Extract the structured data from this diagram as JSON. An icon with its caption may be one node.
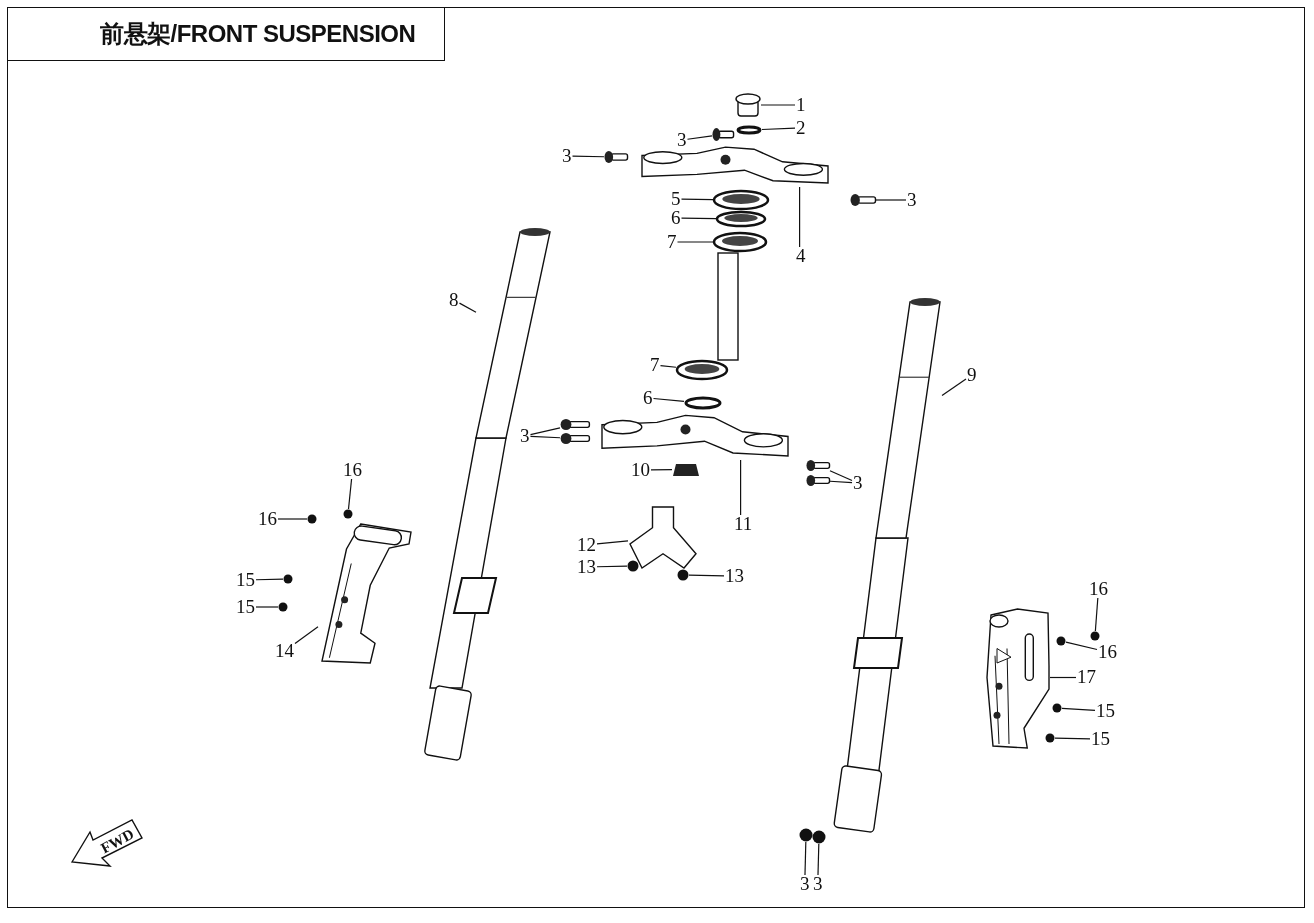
{
  "diagram": {
    "title": "前悬架/FRONT SUSPENSION",
    "nodes": [
      {
        "text": [
          "1"
        ]
      },
      {
        "text": [],
        "shape": "cylinder"
      },
      {
        "text": [
          "2"
        ]
      },
      {
        "text": [],
        "shape": "circle"
      },
      {
        "text": [
          "3"
        ]
      },
      {
        "text": [],
        "shape": "picture"
      },
      {
        "text": [
          "3"
        ]
      },
      {
        "text": [],
        "shape": "picture"
      },
      {
        "text": [],
        "shape": "picture"
      },
      {
        "text": [
          "4"
        ]
      },
      {
        "text": [
          "3"
        ]
      },
      {
        "text": [],
        "shape": "picture"
      },
      {
        "text": [
          "5"
        ]
      },
      {
        "text": [],
        "shape": "picture"
      },
      {
        "text": [
          "6"
        ]
      },
      {
        "text": [],
        "shape": "picture"
      },
      {
        "text": [
          "7"
        ]
      },
      {
        "text": [],
        "shape": "picture"
      },
      {
        "text": [
          "8"
        ]
      },
      {
        "text": [],
        "shape": "picture"
      },
      {
        "text": [
          "7"
        ]
      },
      {
        "text": [],
        "shape": "picture"
      },
      {
        "text": [
          "6"
        ]
      },
      {
        "text": [],
        "shape": "circle"
      },
      {
        "text": [
          "9"
        ]
      },
      {
        "text": [],
        "shape": "picture"
      },
      {
        "text": [
          "3"
        ]
      },
      {
        "text": [],
        "shape": "picture"
      },
      {
        "text": [],
        "shape": "picture"
      },
      {
        "text": [
          "10"
        ]
      },
      {
        "text": [],
        "shape": "box"
      },
      {
        "text": [],
        "shape": "picture"
      },
      {
        "text": [
          "3"
        ]
      },
      {
        "text": [],
        "shape": "picture"
      },
      {
        "text": [],
        "shape": "picture"
      },
      {
        "text": [
          "11"
        ]
      },
      {
        "text": [
          "12"
        ]
      },
      {
        "text": [],
        "shape": "picture"
      },
      {
        "text": [
          "13"
        ]
      },
      {
        "text": [],
        "shape": "circle"
      },
      {
        "text": [
          "13"
        ]
      },
      {
        "text": [],
        "shape": "circle"
      },
      {
        "text": [
          "16"
        ]
      },
      {
        "text": [],
        "shape": "circle"
      },
      {
        "text": [
          "16"
        ]
      },
      {
        "text": [],
        "shape": "circle"
      },
      {
        "text": [],
        "shape": "picture"
      },
      {
        "text": [
          "15"
        ]
      },
      {
        "text": [],
        "shape": "circle"
      },
      {
        "text": [
          "15"
        ]
      },
      {
        "text": [],
        "shape": "circle"
      },
      {
        "text": [
          "14"
        ]
      },
      {
        "text": [
          "16"
        ]
      },
      {
        "text": [],
        "shape": "circle"
      },
      {
        "text": [],
        "shape": "picture"
      },
      {
        "text": [
          "16"
        ]
      },
      {
        "text": [],
        "shape": "circle"
      },
      {
        "text": [
          "17"
        ]
      },
      {
        "text": [
          "15"
        ]
      },
      {
        "text": [],
        "shape": "circle"
      },
      {
        "text": [
          "15"
        ]
      },
      {
        "text": [],
        "shape": "circle"
      },
      {
        "text": [],
        "shape": "circle"
      },
      {
        "text": [],
        "shape": "circle"
      },
      {
        "text": [
          "3"
        ]
      },
      {
        "text": [
          "3"
        ]
      }
    ],
    "edges": [
      {
        "from": 0,
        "to": 1,
        "arrow": "none"
      },
      {
        "from": 2,
        "to": 3,
        "arrow": "none"
      },
      {
        "from": 4,
        "to": 5,
        "arrow": "none"
      },
      {
        "from": 6,
        "to": 7,
        "arrow": "none"
      },
      {
        "from": 9,
        "to": 8,
        "arrow": "none"
      },
      {
        "from": 10,
        "to": 11,
        "arrow": "none"
      },
      {
        "from": 12,
        "to": 13,
        "arrow": "none"
      },
      {
        "from": 14,
        "to": 15,
        "arrow": "none"
      },
      {
        "from": 16,
        "to": 17,
        "arrow": "none"
      },
      {
        "from": 18,
        "to": 19,
        "arrow": "none"
      },
      {
        "from": 20,
        "to": 21,
        "arrow": "none"
      },
      {
        "from": 22,
        "to": 23,
        "arrow": "none"
      },
      {
        "from": 24,
        "to": 25,
        "arrow": "none"
      },
      {
        "from": 26,
        "to": 27,
        "arrow": "none"
      },
      {
        "from": 26,
        "to": 28,
        "arrow": "none"
      },
      {
        "from": 29,
        "to": 30,
        "arrow": "none"
      },
      {
        "from": 32,
        "to": 33,
        "arrow": "none"
      },
      {
        "from": 32,
        "to": 34,
        "arrow": "none"
      },
      {
        "from": 35,
        "to": 31,
        "arrow": "none"
      },
      {
        "from": 36,
        "to": 37,
        "arrow": "none"
      },
      {
        "from": 38,
        "to": 39,
        "arrow": "none"
      },
      {
        "from": 40,
        "to": 41,
        "arrow": "none"
      },
      {
        "from": 42,
        "to": 43,
        "arrow": "none"
      },
      {
        "from": 44,
        "to": 45,
        "arrow": "none"
      },
      {
        "from": 47,
        "to": 48,
        "arrow": "none"
      },
      {
        "from": 49,
        "to": 50,
        "arrow": "none"
      },
      {
        "from": 51,
        "to": 46,
        "arrow": "none"
      },
      {
        "from": 52,
        "to": 53,
        "arrow": "none"
      },
      {
        "from": 55,
        "to": 56,
        "arrow": "none"
      },
      {
        "from": 57,
        "to": 54,
        "arrow": "none"
      },
      {
        "from": 58,
        "to": 59,
        "arrow": "none"
      },
      {
        "from": 60,
        "to": 61,
        "arrow": "none"
      },
      {
        "from": 64,
        "to": 62,
        "arrow": "none"
      },
      {
        "from": 65,
        "to": 63,
        "arrow": "none"
      }
    ],
    "labels": [
      "FWD"
    ]
  }
}
